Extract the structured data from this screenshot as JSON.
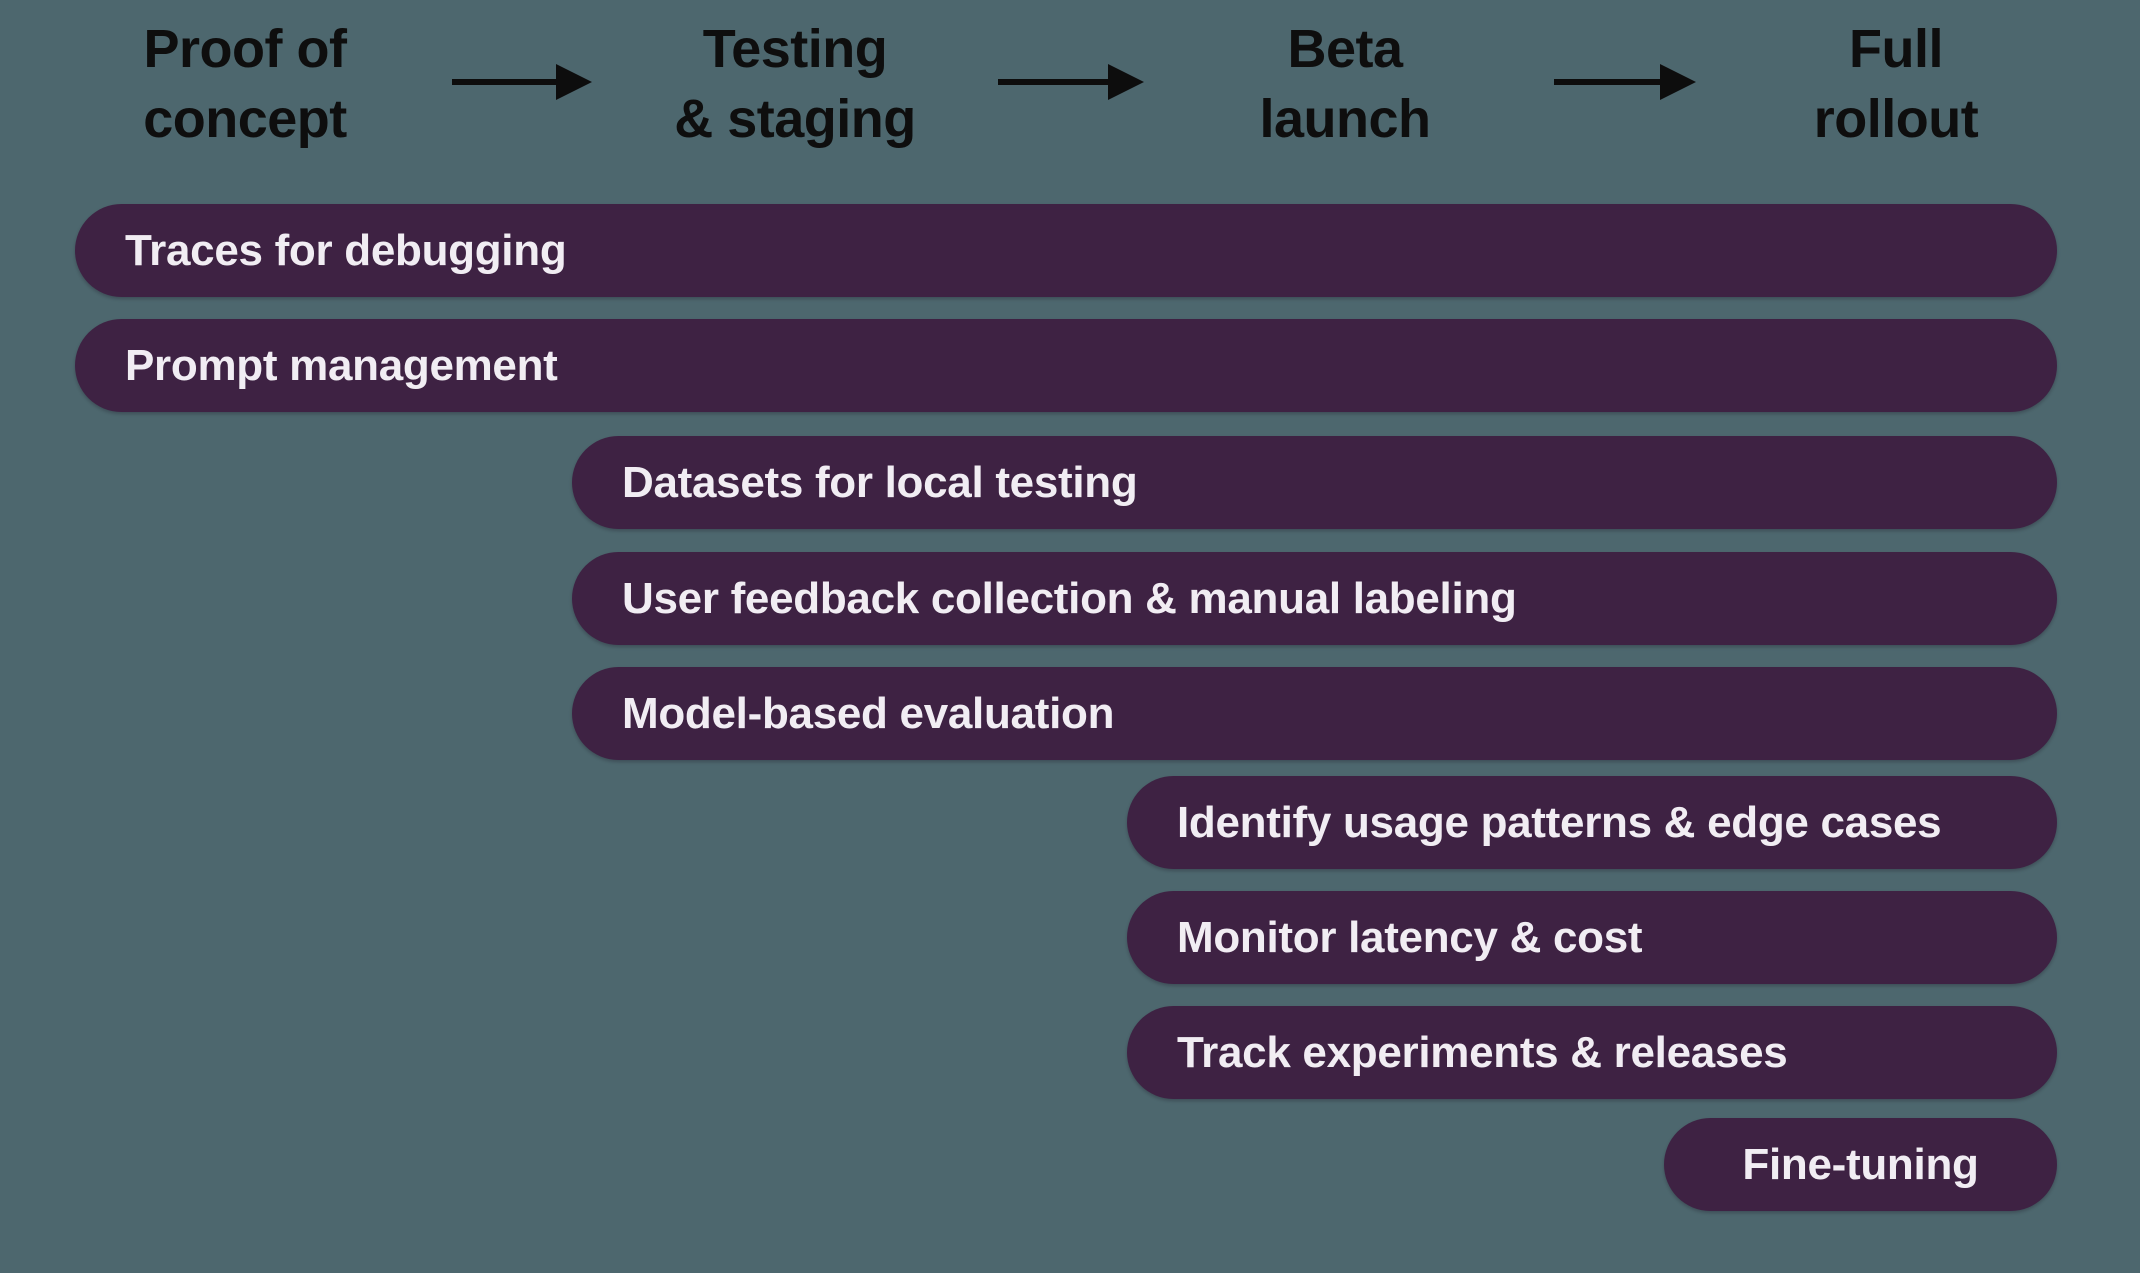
{
  "phases": [
    {
      "line1": "Proof of",
      "line2": "concept",
      "full": "Proof of concept"
    },
    {
      "line1": "Testing",
      "line2": "& staging",
      "full": "Testing & staging"
    },
    {
      "line1": "Beta",
      "line2": "launch",
      "full": "Beta launch"
    },
    {
      "line1": "Full",
      "line2": "rollout",
      "full": "Full rollout"
    }
  ],
  "arrows": [
    {
      "from": "Proof of concept",
      "to": "Testing & staging"
    },
    {
      "from": "Testing & staging",
      "to": "Beta launch"
    },
    {
      "from": "Beta launch",
      "to": "Full rollout"
    }
  ],
  "tasks": [
    {
      "label": "Traces for debugging",
      "starts_at_phase": "Proof of concept",
      "ends_at_phase": "Full rollout"
    },
    {
      "label": "Prompt management",
      "starts_at_phase": "Proof of concept",
      "ends_at_phase": "Full rollout"
    },
    {
      "label": "Datasets for local testing",
      "starts_at_phase": "Testing & staging",
      "ends_at_phase": "Full rollout"
    },
    {
      "label": "User feedback collection & manual labeling",
      "starts_at_phase": "Testing & staging",
      "ends_at_phase": "Full rollout"
    },
    {
      "label": "Model-based evaluation",
      "starts_at_phase": "Testing & staging",
      "ends_at_phase": "Full rollout"
    },
    {
      "label": "Identify usage patterns & edge cases",
      "starts_at_phase": "Beta launch",
      "ends_at_phase": "Full rollout"
    },
    {
      "label": "Monitor latency & cost",
      "starts_at_phase": "Beta launch",
      "ends_at_phase": "Full rollout"
    },
    {
      "label": "Track experiments & releases",
      "starts_at_phase": "Beta launch",
      "ends_at_phase": "Full rollout"
    },
    {
      "label": "Fine-tuning",
      "starts_at_phase": "Full rollout",
      "ends_at_phase": "Full rollout"
    }
  ],
  "colors": {
    "background": "#4D676E",
    "bar_fill": "#3E2243",
    "bar_text": "#F1EDF3",
    "header_text": "#0E0E0E",
    "arrow": "#0D0D0D"
  }
}
